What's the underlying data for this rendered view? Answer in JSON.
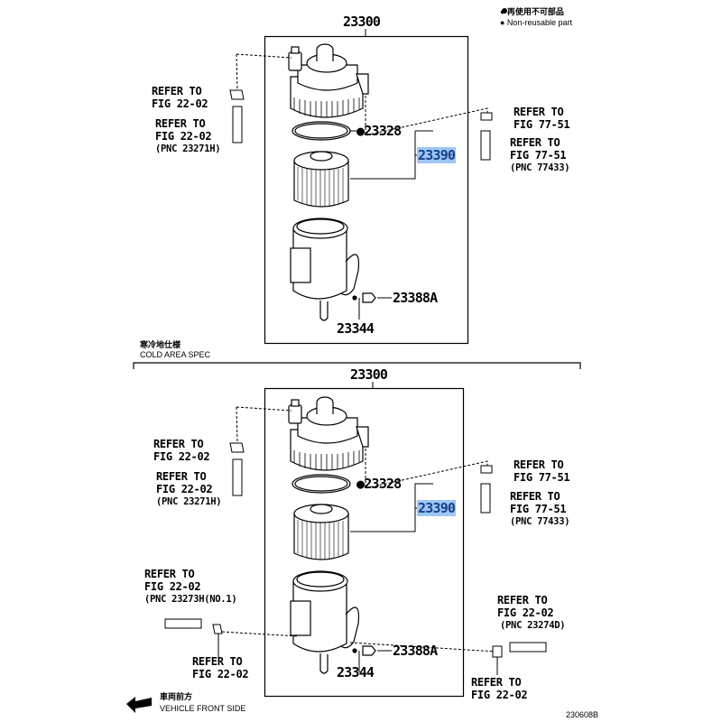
{
  "legend": {
    "jp": "● 再使用不可部品",
    "en": "● Non-reusable part"
  },
  "cold_area": {
    "jp": "寒冷地仕様",
    "en": "COLD AREA SPEC"
  },
  "footer": {
    "direction_jp": "車両前方",
    "direction_en": "VEHICLE FRONT SIDE",
    "figure_code": "230608B"
  },
  "colors": {
    "highlight": "#9ec6f5",
    "highlight_text": "#17408b"
  },
  "panels": [
    {
      "assembly": "23300",
      "gasket": "●23328",
      "element_kit": "23390",
      "plug": "23388A",
      "oring": "23344",
      "left_ref1": {
        "l1": "REFER TO",
        "l2": "FIG 22-02"
      },
      "left_ref2": {
        "l1": "REFER TO",
        "l2": "FIG 22-02",
        "l3": "(PNC 23271H)"
      },
      "right_ref1": {
        "l1": "REFER TO",
        "l2": "FIG 77-51"
      },
      "right_ref2": {
        "l1": "REFER TO",
        "l2": "FIG 77-51",
        "l3": "(PNC 77433)"
      }
    },
    {
      "assembly": "23300",
      "gasket": "●23328",
      "element_kit": "23390",
      "plug": "23388A",
      "oring": "23344",
      "left_ref1": {
        "l1": "REFER TO",
        "l2": "FIG 22-02"
      },
      "left_ref2": {
        "l1": "REFER TO",
        "l2": "FIG 22-02",
        "l3": "(PNC 23271H)"
      },
      "right_ref1": {
        "l1": "REFER TO",
        "l2": "FIG 77-51"
      },
      "right_ref2": {
        "l1": "REFER TO",
        "l2": "FIG 77-51",
        "l3": "(PNC 77433)"
      },
      "left_ref3": {
        "l1": "REFER TO",
        "l2": "FIG 22-02",
        "l3": "(PNC 23273H(NO.1)"
      },
      "left_ref4": {
        "l1": "REFER TO",
        "l2": "FIG 22-02"
      },
      "right_ref3": {
        "l1": "REFER TO",
        "l2": "FIG 22-02",
        "l3": "(PNC 23274D)"
      },
      "right_ref4": {
        "l1": "REFER TO",
        "l2": "FIG 22-02"
      }
    }
  ]
}
